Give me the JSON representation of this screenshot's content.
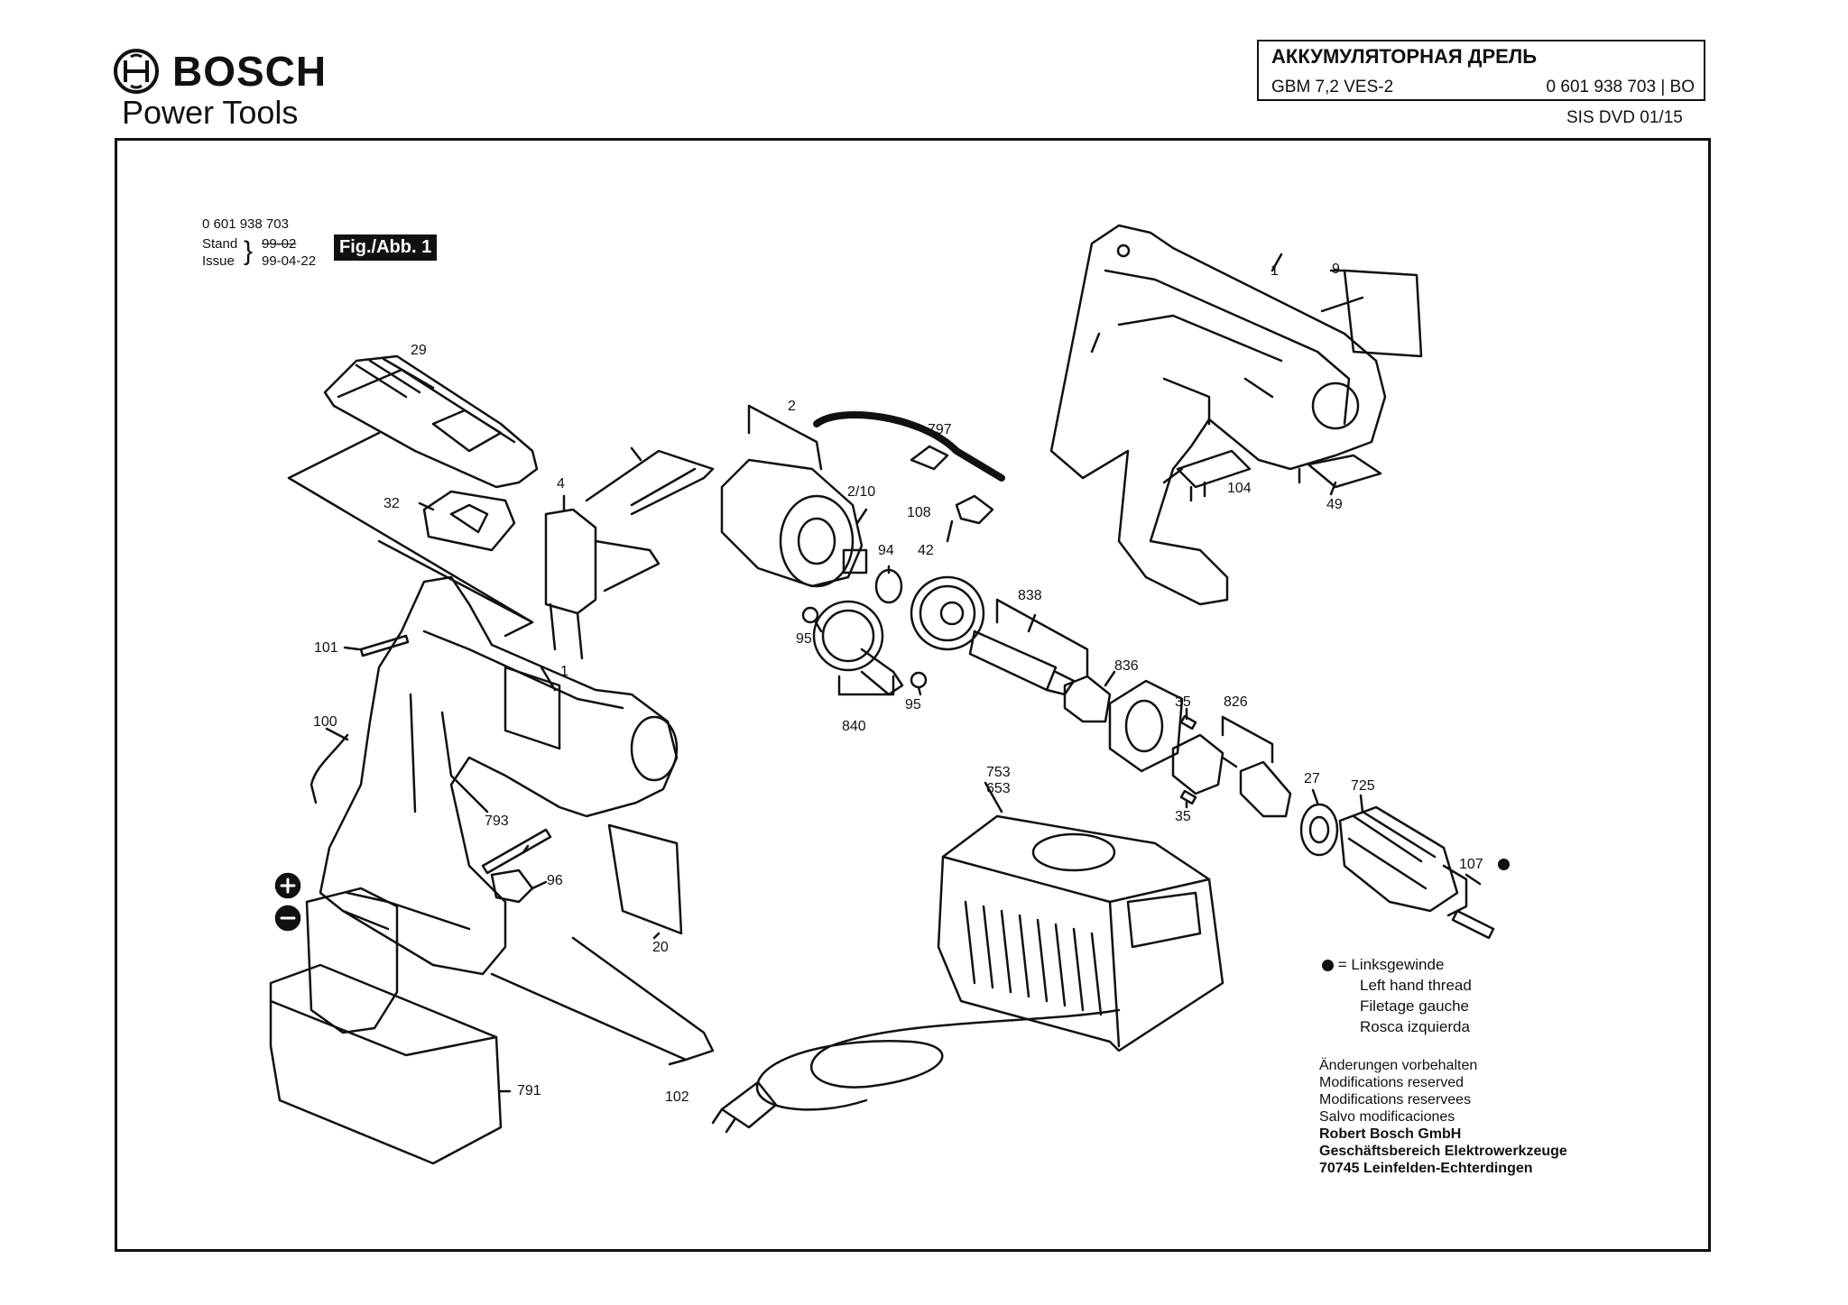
{
  "header": {
    "brand": "BOSCH",
    "subbrand": "Power Tools",
    "title": "АККУМУЛЯТОРНАЯ ДРЕЛЬ",
    "model": "GBM 7,2 VES-2",
    "part_number": "0 601 938 703 | BO",
    "sis": "SIS DVD 01/15"
  },
  "figure": {
    "number_line": "0 601 938 703",
    "stand_label": "Stand",
    "stand_value": "99-02",
    "issue_label": "Issue",
    "issue_value": "99-04-22",
    "fig_tag": "Fig./Abb. 1"
  },
  "parts": {
    "p1a": "1",
    "p9": "9",
    "p29": "29",
    "p2": "2",
    "p797": "797",
    "p32": "32",
    "p4": "4",
    "p210": "2/10",
    "p108": "108",
    "p104": "104",
    "p49": "49",
    "p94": "94",
    "p42": "42",
    "p101": "101",
    "p95a": "95",
    "p95b": "95",
    "p838": "838",
    "p1b": "1",
    "p836": "836",
    "p840": "840",
    "p35a": "35",
    "p826": "826",
    "p100": "100",
    "p753": "753",
    "p653": "653",
    "p27": "27",
    "p725": "725",
    "p35b": "35",
    "p793": "793",
    "p96": "96",
    "p107": "107",
    "p20": "20",
    "p791": "791",
    "p102": "102"
  },
  "legend": {
    "equals": "=",
    "de": "Linksgewinde",
    "en": "Left hand thread",
    "fr": "Filetage gauche",
    "es": "Rosca izquierda"
  },
  "notes": {
    "l1": "Änderungen vorbehalten",
    "l2": "Modifications reserved",
    "l3": "Modifications reservees",
    "l4": "Salvo modificaciones",
    "l5": "Robert Bosch GmbH",
    "l6": "Geschäftsbereich Elektrowerkzeuge",
    "l7": "70745 Leinfelden-Echterdingen"
  }
}
